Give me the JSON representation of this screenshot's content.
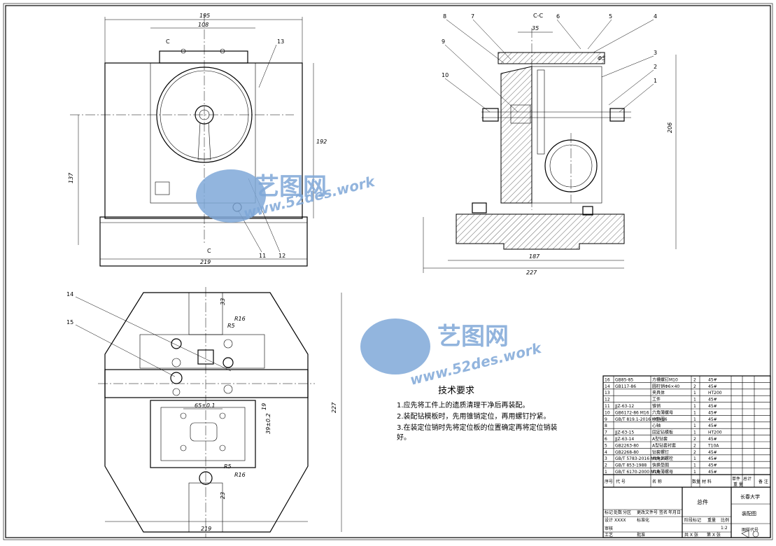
{
  "views": {
    "front": {
      "dims": {
        "width_top": "195",
        "width_inner": "108",
        "height_total": "192",
        "height_left": "137",
        "width_base": "219"
      },
      "section_mark": "C",
      "balloons": [
        "13",
        "11",
        "12"
      ]
    },
    "side": {
      "title": "C-C",
      "dims": {
        "top": "35",
        "height": "206",
        "base_inner": "187",
        "base": "227",
        "dia": "Φ5"
      },
      "balloons": [
        "8",
        "7",
        "6",
        "5",
        "4",
        "3",
        "2",
        "1",
        "9",
        "10"
      ]
    },
    "top": {
      "dims": {
        "right": "227",
        "bottom": "219",
        "r1": "R16",
        "r2": "R5",
        "r3": "R5",
        "r4": "R16",
        "d1": "33",
        "d2": "23",
        "inner_w": "65±0.1",
        "inner_h": "39±0.2",
        "small": "19"
      },
      "balloons": [
        "14",
        "15"
      ]
    }
  },
  "watermark": {
    "brand": "艺图网",
    "url": "www.52des.work"
  },
  "tech": {
    "title": "技术要求",
    "items": [
      "1.应先将工件上的遗质清理干净后再装配。",
      "2.装配钻模板时，先用锥销定位，再用螺钉拧紧。",
      "3.在装定位销时先将定位板的位置确定再将定位销装",
      "好。"
    ]
  },
  "bom": {
    "rows": [
      {
        "no": "16",
        "code": "GB85-85",
        "name": "方槽螺钉M10",
        "qty": "2",
        "mat": "45#"
      },
      {
        "no": "14",
        "code": "GB117-86",
        "name": "圆柱销Φ6×40",
        "qty": "2",
        "mat": "45#"
      },
      {
        "no": "13",
        "code": "",
        "name": "夹具体",
        "qty": "1",
        "mat": "HT200"
      },
      {
        "no": "12",
        "code": "",
        "name": "工件",
        "qty": "1",
        "mat": "45#"
      },
      {
        "no": "11",
        "code": "JJZ-63-12",
        "name": "锥销",
        "qty": "1",
        "mat": "45#"
      },
      {
        "no": "10",
        "code": "GB6172-86 M16",
        "name": "六角薄螺母",
        "qty": "1",
        "mat": "45#"
      },
      {
        "no": "9",
        "code": "GB/T 819.1-2016 M5×16",
        "name": "小垫圈",
        "qty": "1",
        "mat": "45#"
      },
      {
        "no": "8",
        "code": "",
        "name": "心轴",
        "qty": "1",
        "mat": "45#"
      },
      {
        "no": "7",
        "code": "JJZ-63-15",
        "name": "固定钻模板",
        "qty": "1",
        "mat": "HT200"
      },
      {
        "no": "6",
        "code": "JJZ-63-14",
        "name": "A型钻套",
        "qty": "2",
        "mat": "45#"
      },
      {
        "no": "5",
        "code": "GB2263-80",
        "name": "A型钻套衬套",
        "qty": "2",
        "mat": "T10A"
      },
      {
        "no": "4",
        "code": "GB2268-80",
        "name": "钻套螺钉",
        "qty": "2",
        "mat": "45#"
      },
      {
        "no": "3",
        "code": "GB/T 5783-2016 M8×25",
        "name": "六角头螺栓",
        "qty": "1",
        "mat": "45#"
      },
      {
        "no": "2",
        "code": "GB/T 853-1988",
        "name": "快换垫圈",
        "qty": "1",
        "mat": "45#"
      },
      {
        "no": "1",
        "code": "GB/T 6170-2000 M16",
        "name": "六角薄螺母",
        "qty": "1",
        "mat": "45#"
      }
    ],
    "header": {
      "no": "序号",
      "code": "代  号",
      "name": "名      称",
      "qty": "数量",
      "mat": "材  料",
      "unit": "单件",
      "total": "总计",
      "weight": "重  量",
      "note": "备 注"
    },
    "unit_h": "单件",
    "total_h": "总计"
  },
  "title_block": {
    "product": "总件",
    "school": "长春大学",
    "drawing": "装配图",
    "labels": {
      "mark": "标记",
      "count": "处数",
      "zone": "分区",
      "doc": "更改文件号",
      "sign": "签名",
      "date": "年月日",
      "design": "设计",
      "std": "标准化",
      "stage": "阶段标记",
      "weight": "重量",
      "scale": "比例",
      "check": "审核",
      "process": "工艺",
      "approve": "批准",
      "sheets": "共 X 张",
      "sheet": "第 X 张",
      "code": "图样代号"
    },
    "designer": "XXXX",
    "scale": "1:2"
  }
}
